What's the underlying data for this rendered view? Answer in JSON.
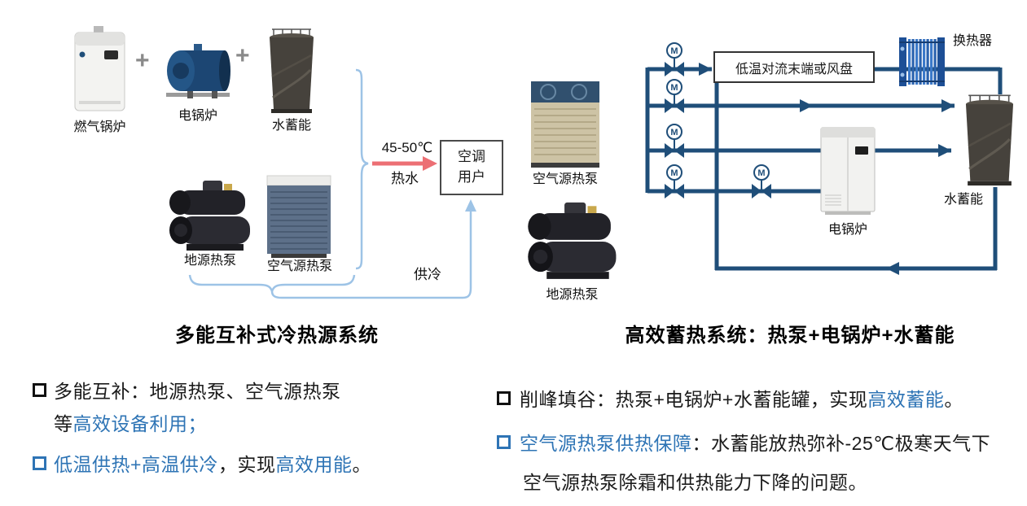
{
  "left_system": {
    "title": "多能互补式冷热源系统",
    "plus": "+",
    "labels": {
      "gas_boiler": "燃气锅炉",
      "electric_boiler": "电锅炉",
      "water_storage": "水蓄能",
      "ground_source_heat_pump": "地源热泵",
      "air_source_heat_pump": "空气源热泵",
      "temperature": "45-50℃",
      "hot_water": "热水",
      "ac_user": "空调用户",
      "cooling_supply": "供冷"
    }
  },
  "right_system": {
    "title": "高效蓄热系统：热泵+电锅炉+水蓄能",
    "valve_letter": "M",
    "labels": {
      "air_source_heat_pump": "空气源热泵",
      "ground_source_heat_pump": "地源热泵",
      "terminal": "低温对流末端或风盘",
      "heat_exchanger": "换热器",
      "water_storage": "水蓄能",
      "electric_boiler": "电锅炉"
    }
  },
  "notes": {
    "left": {
      "b1_line1": "多能互补：地源热泵、空气源热泵",
      "b1_line2_black": "等",
      "b1_line2_blue": "高效设备利用；",
      "b2_blue1": "低温供热+高温供冷",
      "b2_black1": "，实现",
      "b2_blue2": "高效用能",
      "b2_black2": "。"
    },
    "right": {
      "b1_black1": "削峰填谷：热泵+电锅炉+水蓄能罐，实现",
      "b1_blue": "高效蓄能",
      "b1_black2": "。",
      "b2_blue": "空气源热泵供热保障",
      "b2_black1": "：水蓄能放热弥补-25℃极寒天气下",
      "b2_line2": "空气源热泵除霜和供热能力下降的问题。"
    }
  },
  "colors": {
    "pipe_dark_blue": "#1F4E79",
    "light_blue": "#9DC3E6",
    "red_arrow": "#EC6F74",
    "highlight_blue_text": "#2E74B5"
  }
}
